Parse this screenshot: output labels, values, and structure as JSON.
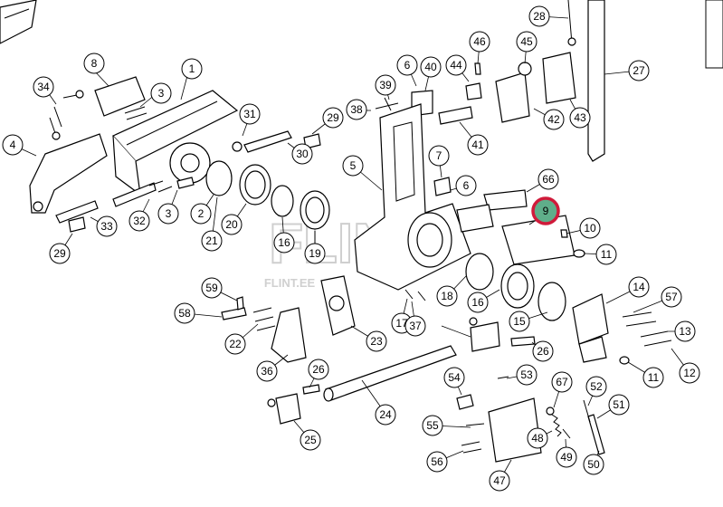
{
  "watermark": {
    "logo": "FLINT",
    "site": "FLINT.EE"
  },
  "highlight_color": "#5fae8a",
  "highlight_ring": "#d01a3a",
  "callouts": [
    {
      "id": "c28",
      "label": "28"
    },
    {
      "id": "c27",
      "label": "27"
    },
    {
      "id": "c45",
      "label": "45"
    },
    {
      "id": "c46",
      "label": "46"
    },
    {
      "id": "c8",
      "label": "8"
    },
    {
      "id": "c1",
      "label": "1"
    },
    {
      "id": "c34",
      "label": "34"
    },
    {
      "id": "c3a",
      "label": "3"
    },
    {
      "id": "c6a",
      "label": "6"
    },
    {
      "id": "c40",
      "label": "40"
    },
    {
      "id": "c44",
      "label": "44"
    },
    {
      "id": "c39",
      "label": "39"
    },
    {
      "id": "c38",
      "label": "38"
    },
    {
      "id": "c31",
      "label": "31"
    },
    {
      "id": "c29a",
      "label": "29"
    },
    {
      "id": "c42",
      "label": "42"
    },
    {
      "id": "c43",
      "label": "43"
    },
    {
      "id": "c30",
      "label": "30"
    },
    {
      "id": "c41",
      "label": "41"
    },
    {
      "id": "c4",
      "label": "4"
    },
    {
      "id": "c7",
      "label": "7"
    },
    {
      "id": "c5",
      "label": "5"
    },
    {
      "id": "c66",
      "label": "66"
    },
    {
      "id": "c6b",
      "label": "6"
    },
    {
      "id": "c3b",
      "label": "3"
    },
    {
      "id": "c9",
      "label": "9"
    },
    {
      "id": "c2",
      "label": "2"
    },
    {
      "id": "c20",
      "label": "20"
    },
    {
      "id": "c32",
      "label": "32"
    },
    {
      "id": "c33",
      "label": "33"
    },
    {
      "id": "c16a",
      "label": "16"
    },
    {
      "id": "c10",
      "label": "10"
    },
    {
      "id": "c21",
      "label": "21"
    },
    {
      "id": "c19",
      "label": "19"
    },
    {
      "id": "c29b",
      "label": "29"
    },
    {
      "id": "c11a",
      "label": "11"
    },
    {
      "id": "c59",
      "label": "59"
    },
    {
      "id": "c18",
      "label": "18"
    },
    {
      "id": "c14",
      "label": "14"
    },
    {
      "id": "c57",
      "label": "57"
    },
    {
      "id": "c16b",
      "label": "16"
    },
    {
      "id": "c58",
      "label": "58"
    },
    {
      "id": "c15",
      "label": "15"
    },
    {
      "id": "c17",
      "label": "17"
    },
    {
      "id": "c13",
      "label": "13"
    },
    {
      "id": "c22",
      "label": "22"
    },
    {
      "id": "c37",
      "label": "37"
    },
    {
      "id": "c23",
      "label": "23"
    },
    {
      "id": "c26a",
      "label": "26"
    },
    {
      "id": "c12",
      "label": "12"
    },
    {
      "id": "c36",
      "label": "36"
    },
    {
      "id": "c26b",
      "label": "26"
    },
    {
      "id": "c11b",
      "label": "11"
    },
    {
      "id": "c54",
      "label": "54"
    },
    {
      "id": "c53",
      "label": "53"
    },
    {
      "id": "c67",
      "label": "67"
    },
    {
      "id": "c52",
      "label": "52"
    },
    {
      "id": "c51",
      "label": "51"
    },
    {
      "id": "c24",
      "label": "24"
    },
    {
      "id": "c55",
      "label": "55"
    },
    {
      "id": "c48",
      "label": "48"
    },
    {
      "id": "c25",
      "label": "25"
    },
    {
      "id": "c49",
      "label": "49"
    },
    {
      "id": "c56",
      "label": "56"
    },
    {
      "id": "c50",
      "label": "50"
    },
    {
      "id": "c47",
      "label": "47"
    }
  ]
}
